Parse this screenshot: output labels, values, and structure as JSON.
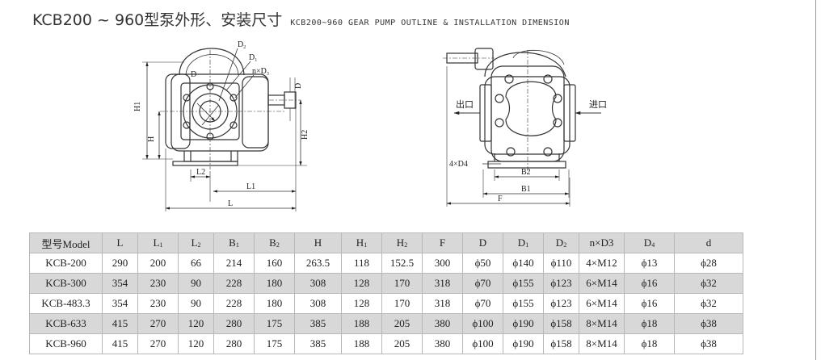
{
  "title": {
    "main": "KCB200 ~ 960型泵外形、安装尺寸",
    "sub": "KCB200~960 GEAR PUMP OUTLINE & INSTALLATION DIMENSION"
  },
  "drawing_labels": {
    "D2": "D",
    "D2_sub": "2",
    "D1": "D",
    "D1_sub": "1",
    "nD3": "n×D",
    "nD3_sub": "3",
    "D": "D",
    "d": "D",
    "H1": "H1",
    "H": "H",
    "H2": "H2",
    "L2": "L2",
    "L1": "L1",
    "L": "L",
    "outlet": "出口",
    "inlet": "进口",
    "fourD4": "4×D4",
    "B2": "B2",
    "B1": "B1",
    "F": "F"
  },
  "table": {
    "headers": [
      {
        "main": "型号Model",
        "sub": ""
      },
      {
        "main": "L",
        "sub": ""
      },
      {
        "main": "L",
        "sub": "1"
      },
      {
        "main": "L",
        "sub": "2"
      },
      {
        "main": "B",
        "sub": "1"
      },
      {
        "main": "B",
        "sub": "2"
      },
      {
        "main": "H",
        "sub": ""
      },
      {
        "main": "H",
        "sub": "1"
      },
      {
        "main": "H",
        "sub": "2"
      },
      {
        "main": "F",
        "sub": ""
      },
      {
        "main": "D",
        "sub": ""
      },
      {
        "main": "D",
        "sub": "1"
      },
      {
        "main": "D",
        "sub": "2"
      },
      {
        "main": "n×D3",
        "sub": ""
      },
      {
        "main": "D",
        "sub": "4"
      },
      {
        "main": "d",
        "sub": ""
      }
    ],
    "rows": [
      [
        "KCB-200",
        "290",
        "200",
        "66",
        "214",
        "160",
        "263.5",
        "118",
        "152.5",
        "300",
        "ϕ50",
        "ϕ140",
        "ϕ110",
        "4×M12",
        "ϕ13",
        "ϕ28"
      ],
      [
        "KCB-300",
        "354",
        "230",
        "90",
        "228",
        "180",
        "308",
        "128",
        "170",
        "318",
        "ϕ70",
        "ϕ155",
        "ϕ123",
        "6×M14",
        "ϕ16",
        "ϕ32"
      ],
      [
        "KCB-483.3",
        "354",
        "230",
        "90",
        "228",
        "180",
        "308",
        "128",
        "170",
        "318",
        "ϕ70",
        "ϕ155",
        "ϕ123",
        "6×M14",
        "ϕ16",
        "ϕ32"
      ],
      [
        "KCB-633",
        "415",
        "270",
        "120",
        "280",
        "175",
        "385",
        "188",
        "205",
        "380",
        "ϕ100",
        "ϕ190",
        "ϕ158",
        "8×M14",
        "ϕ18",
        "ϕ38"
      ],
      [
        "KCB-960",
        "415",
        "270",
        "120",
        "280",
        "175",
        "385",
        "188",
        "205",
        "380",
        "ϕ100",
        "ϕ190",
        "ϕ158",
        "8×M14",
        "ϕ18",
        "ϕ38"
      ]
    ]
  }
}
